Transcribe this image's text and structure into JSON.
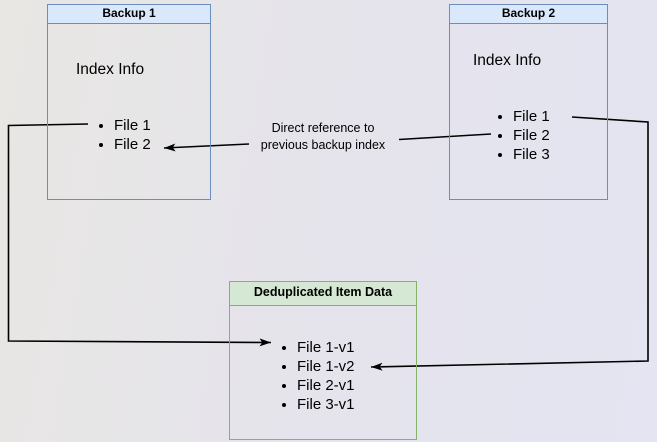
{
  "canvas": {
    "background": "linear-gradient(100deg, #e9e7e3 0%, #e5e4eb 45%, #e4e4f2 100%)",
    "arrow_color": "#000000"
  },
  "backup1": {
    "title": "Backup 1",
    "header_fill": "#dae8fc",
    "border_color": "#6c8ebf",
    "subtitle": "Index Info",
    "items": [
      "File 1",
      "File 2"
    ]
  },
  "backup2": {
    "title": "Backup 2",
    "header_fill": "#dae8fc",
    "border_color": "#6c8ebf",
    "subtitle": "Index Info",
    "items": [
      "File 1",
      "File 2",
      "File 3"
    ]
  },
  "dedup": {
    "title": "Deduplicated Item Data",
    "header_fill": "#d5e8d4",
    "border_color": "#82b366",
    "items": [
      "File 1-v1",
      "File 1-v2",
      "File 2-v1",
      "File 3-v1"
    ]
  },
  "annotation": {
    "line1": "Direct reference to",
    "line2": "previous backup index"
  },
  "edges": [
    {
      "from": "Backup 1 / File 1",
      "to": "Deduplicated Item Data / File 1-v1",
      "label": ""
    },
    {
      "from": "Backup 2 / File 1",
      "to": "Deduplicated Item Data / File 1-v2",
      "label": ""
    },
    {
      "from": "Backup 2 / File 2",
      "to": "Backup 1 / File 2",
      "label": "Direct reference to previous backup index"
    }
  ]
}
